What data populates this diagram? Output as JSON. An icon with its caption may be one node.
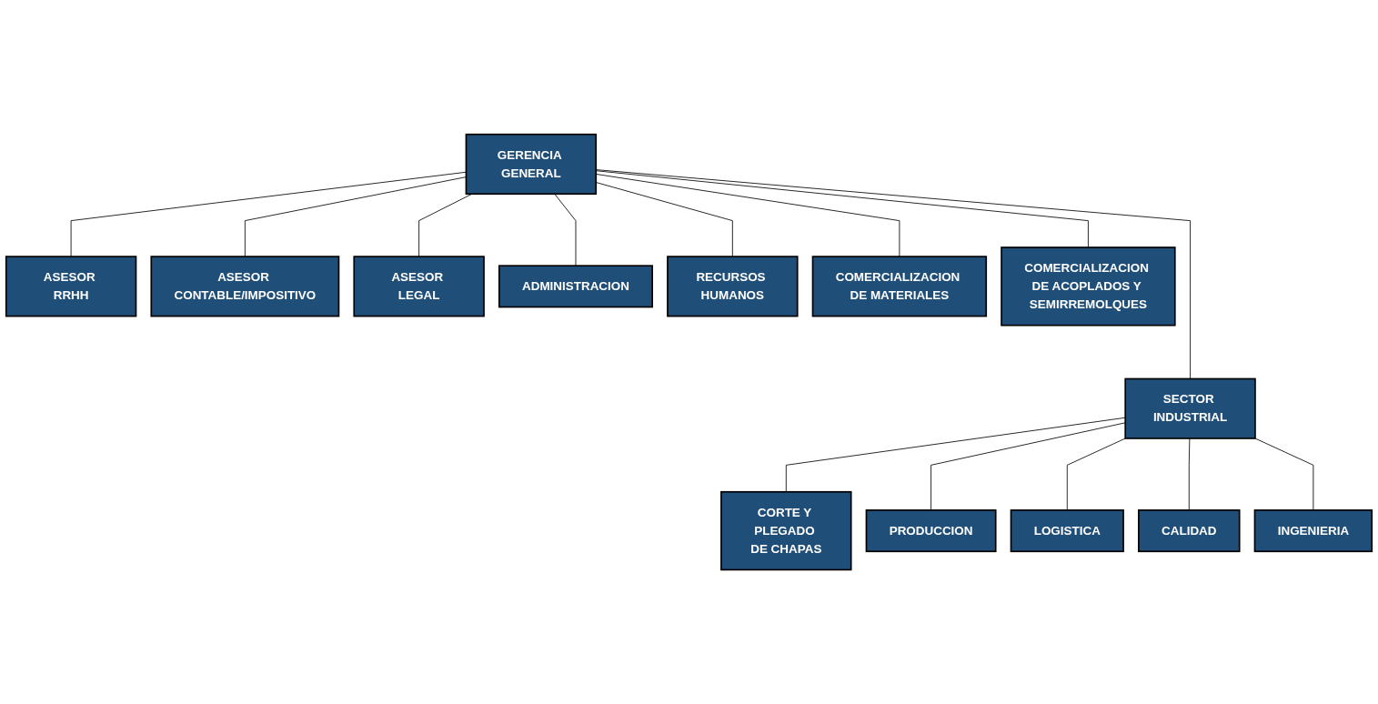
{
  "diagram": {
    "nodes": [
      {
        "text": [
          "GERENCIA GENERAL"
        ]
      },
      {
        "text": [
          "ASESOR RRHH"
        ]
      },
      {
        "text": [
          "ASESOR CONTABLE/IMPOSITIVO"
        ]
      },
      {
        "text": [
          "ASESOR LEGAL"
        ]
      },
      {
        "text": [
          "ADMINISTRACION"
        ]
      },
      {
        "text": [
          "RECURSOS HUMANOS"
        ]
      },
      {
        "text": [
          "COMERCIALIZACION DE MATERIALES"
        ]
      },
      {
        "text": [
          "COMERCIALIZACION DE ACOPLADOS Y SEMIRREMOLQUES"
        ]
      },
      {
        "text": [
          "SECTOR INDUSTRIAL"
        ]
      },
      {
        "text": [
          "CORTE Y PLEGADO DE CHAPAS"
        ]
      },
      {
        "text": [
          "PRODUCCION"
        ]
      },
      {
        "text": [
          "LOGISTICA"
        ]
      },
      {
        "text": [
          "CALIDAD"
        ]
      },
      {
        "text": [
          "INGENIERIA"
        ]
      }
    ],
    "edges": [
      {
        "from": 0,
        "to": 1,
        "arrow": "none"
      },
      {
        "from": 0,
        "to": 2,
        "arrow": "none"
      },
      {
        "from": 0,
        "to": 3,
        "arrow": "none"
      },
      {
        "from": 0,
        "to": 4,
        "arrow": "none"
      },
      {
        "from": 0,
        "to": 5,
        "arrow": "none"
      },
      {
        "from": 0,
        "to": 6,
        "arrow": "none"
      },
      {
        "from": 0,
        "to": 7,
        "arrow": "none"
      },
      {
        "from": 0,
        "to": 8,
        "arrow": "none"
      },
      {
        "from": 8,
        "to": 9,
        "arrow": "none"
      },
      {
        "from": 8,
        "to": 10,
        "arrow": "none"
      },
      {
        "from": 8,
        "to": 11,
        "arrow": "none"
      },
      {
        "from": 8,
        "to": 12,
        "arrow": "none"
      },
      {
        "from": 8,
        "to": 13,
        "arrow": "none"
      }
    ]
  }
}
